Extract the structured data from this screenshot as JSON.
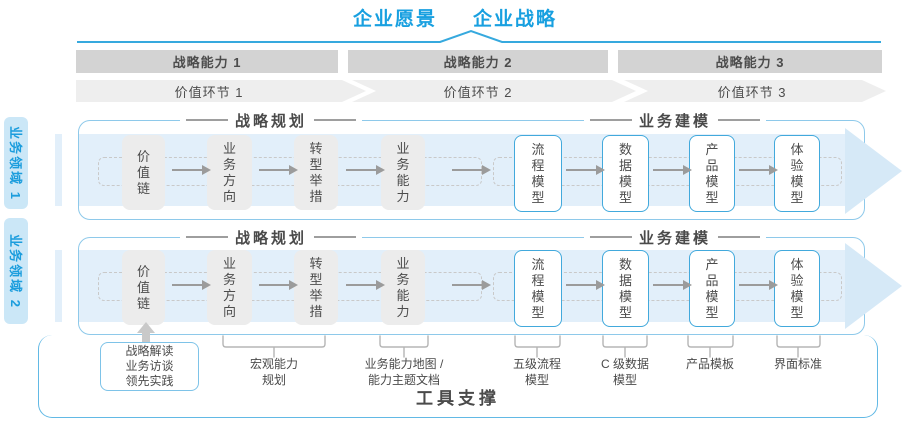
{
  "header": {
    "vision": "企业愿景",
    "strategy": "企业战略"
  },
  "capabilities": [
    {
      "label": "战略能力 1"
    },
    {
      "label": "战略能力 2"
    },
    {
      "label": "战略能力 3"
    }
  ],
  "value_links": [
    {
      "label": "价值环节 1"
    },
    {
      "label": "价值环节 2"
    },
    {
      "label": "价值环节 3"
    }
  ],
  "domains": [
    {
      "label": "业务领域 1"
    },
    {
      "label": "业务领域 2"
    }
  ],
  "rows": [
    {
      "planning_title": "战略规划",
      "modeling_title": "业务建模",
      "planning_boxes": [
        {
          "label": "价值链"
        },
        {
          "label": "业务方向"
        },
        {
          "label": "转型举措"
        },
        {
          "label": "业务能力"
        }
      ],
      "modeling_boxes": [
        {
          "label": "流程模型"
        },
        {
          "label": "数据模型"
        },
        {
          "label": "产品模型"
        },
        {
          "label": "体验模型"
        }
      ]
    },
    {
      "planning_title": "战略规划",
      "modeling_title": "业务建模",
      "planning_boxes": [
        {
          "label": "价值链"
        },
        {
          "label": "业务方向"
        },
        {
          "label": "转型举措"
        },
        {
          "label": "业务能力"
        }
      ],
      "modeling_boxes": [
        {
          "label": "流程模型"
        },
        {
          "label": "数据模型"
        },
        {
          "label": "产品模型"
        },
        {
          "label": "体验模型"
        }
      ]
    }
  ],
  "deliverables": {
    "boxed_label": "战略解读\n业务访谈\n领先实践",
    "labels": [
      {
        "text": "宏观能力\n规划"
      },
      {
        "text": "业务能力地图 /\n能力主题文档"
      },
      {
        "text": "五级流程\n模型"
      },
      {
        "text": "C 级数据\n模型"
      },
      {
        "text": "产品模板"
      },
      {
        "text": "界面标准"
      }
    ]
  },
  "footer": {
    "tool_support_label": "工具支撑"
  },
  "colors": {
    "accent_blue": "#18a0e0",
    "band_blue": "#e2effa",
    "domain_bg": "#cbe7f7",
    "bar_gray": "#d3d3d3",
    "node_gray": "#ececec",
    "node_border_blue": "#42a9dc"
  }
}
